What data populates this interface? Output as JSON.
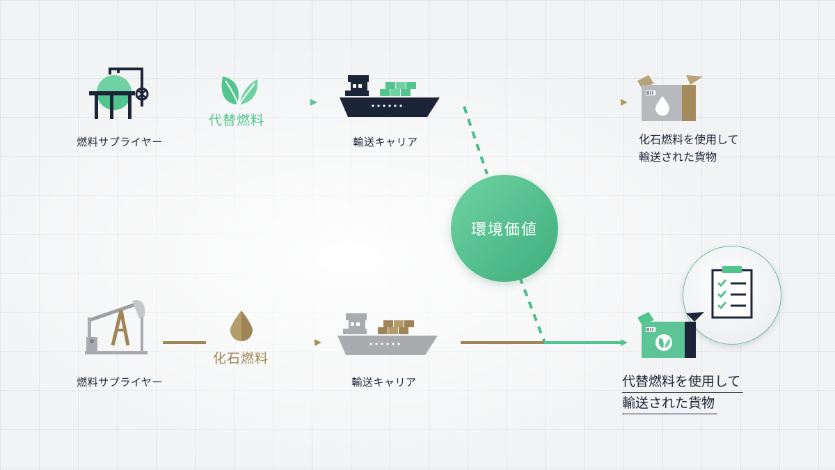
{
  "top_row": {
    "supplier_label": "燃料サプライヤー",
    "fuel_label": "代替燃料",
    "carrier_label": "輸送キャリア",
    "destination_lines": [
      "化石燃料を使用して",
      "輸送された貨物"
    ]
  },
  "bottom_row": {
    "supplier_label": "燃料サプライヤー",
    "fuel_label": "化石燃料",
    "carrier_label": "輸送キャリア",
    "destination_lines": [
      "代替燃料を使用して",
      "輸送された貨物"
    ]
  },
  "center": {
    "label": "環境価値"
  },
  "colors": {
    "green": "#52c48e",
    "brown": "#9e8457",
    "navy": "#1c2438",
    "gray": "#a9abae"
  },
  "icons": {
    "top_supplier": "gas-plant-icon",
    "top_fuel": "leaf-icon",
    "top_carrier": "cargo-ship-icon",
    "top_destination": "box-fossil-icon",
    "bottom_supplier": "oil-pump-icon",
    "bottom_fuel": "oil-drop-icon",
    "bottom_carrier": "cargo-ship-icon",
    "bottom_destination": "box-eco-icon",
    "checklist": "checklist-icon"
  }
}
